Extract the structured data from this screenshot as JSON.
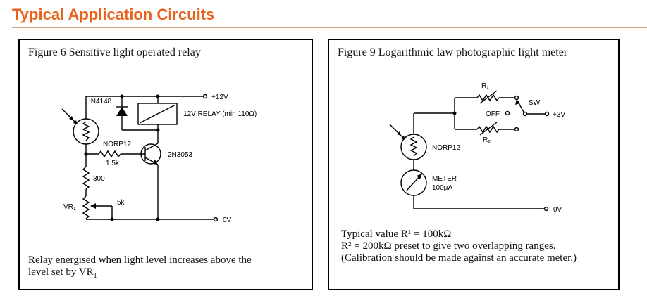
{
  "page": {
    "heading": "Typical Application Circuits"
  },
  "figure6": {
    "title": "Figure 6  Sensitive light operated relay",
    "caption_line1": "Relay energised when light level increases above the",
    "caption_line2_prefix": "level set by VR",
    "caption_line2_sub": "1",
    "labels": {
      "diode": "IN4148",
      "supply": "+12V",
      "relay": "12V RELAY (min 110Ω)",
      "ldr": "NORP12",
      "base_resistor": "1.5k",
      "transistor": "2N3053",
      "resistor_300": "300",
      "vr_name": "VR",
      "vr_sub": "1",
      "vr_value": "5k",
      "ground": "0V"
    }
  },
  "figure9": {
    "title": "Figure 9  Logarithmic law photographic light meter",
    "caption_line1": "Typical value R¹ = 100kΩ",
    "caption_line2": "R² = 200kΩ preset to give two overlapping ranges.",
    "caption_line3": "(Calibration should be made against an accurate meter.)",
    "labels": {
      "r1": "R₁",
      "r2": "R₂",
      "switch": "SW",
      "off": "OFF",
      "supply": "+3V",
      "ldr": "NORP12",
      "meter": "METER",
      "meter_range": "100μA",
      "ground": "0V"
    }
  }
}
